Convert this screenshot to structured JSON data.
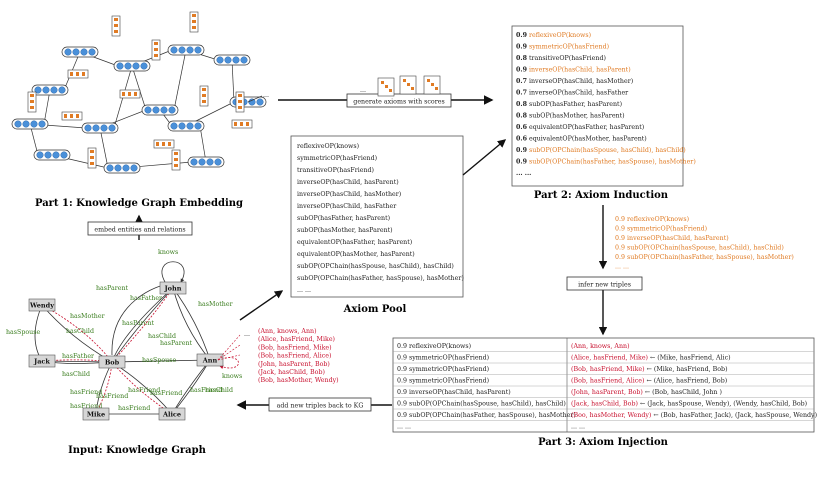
{
  "labels": {
    "part1": "Part 1: Knowledge Graph Embedding",
    "part2": "Part 2: Axiom Induction",
    "part3": "Part 3: Axiom Injection",
    "pool": "Axiom Pool",
    "input": "Input: Knowledge Graph",
    "embed": "embed entities and relations",
    "generate": "generate axioms with scores",
    "infer": "infer new triples",
    "addback": "add new triples back to KG",
    "ellipsis": "..."
  },
  "axiom_pool": [
    "reflexiveOP(knows)",
    "symmetricOP(hasFriend)",
    "transitiveOP(hasFriend)",
    "inverseOP(hasChild, hasParent)",
    "inverseOP(hasChild, hasMother)",
    "inverseOP(hasChild, hasFather",
    "subOP(hasFather, hasParent)",
    "subOP(hasMother, hasParent)",
    "equivalentOP(hasFather, hasParent)",
    "equivalentOP(hasMother, hasParent)",
    "subOP(OPChain(hasSpouse, hasChild), hasChild)",
    "subOP(OPChain(hasFather, hasSpouse), hasMother)",
    "... ..."
  ],
  "induction": [
    {
      "score": "0.9",
      "axiom": "reflexiveOP(knows)",
      "accepted": true
    },
    {
      "score": "0.9",
      "axiom": "symmetricOP(hasFriend)",
      "accepted": true
    },
    {
      "score": "0.8",
      "axiom": "transitiveOP(hasFriend)",
      "accepted": false
    },
    {
      "score": "0.9",
      "axiom": "inverseOP(hasChild, hasParent)",
      "accepted": true
    },
    {
      "score": "0.7",
      "axiom": "inverseOP(hasChild, hasMother)",
      "accepted": false
    },
    {
      "score": "0.7",
      "axiom": "inverseOP(hasChild, hasFather",
      "accepted": false
    },
    {
      "score": "0.8",
      "axiom": "subOP(hasFather, hasParent)",
      "accepted": false
    },
    {
      "score": "0.8",
      "axiom": "subOP(hasMother, hasParent)",
      "accepted": false
    },
    {
      "score": "0.6",
      "axiom": "equivalentOP(hasFather, hasParent)",
      "accepted": false
    },
    {
      "score": "0.6",
      "axiom": "equivalentOP(hasMother, hasParent)",
      "accepted": false
    },
    {
      "score": "0.9",
      "axiom": "subOP(OPChain(hasSpouse, hasChild), hasChild)",
      "accepted": true
    },
    {
      "score": "0.9",
      "axiom": "subOP(OPChain(hasFather, hasSpouse), hasMother)",
      "accepted": true
    },
    {
      "score": "... ...",
      "axiom": "",
      "accepted": false
    }
  ],
  "selected": [
    "0.9 reflexiveOP(knows)",
    "0.9 symmetricOP(hasFriend)",
    "0.9 inverseOP(hasChild, hasParent)",
    "0.9 subOP(OPChain(hasSpouse, hasChild), hasChild)",
    "0.9 subOP(OPChain(hasFather, hasSpouse), hasMother)",
    "... ..."
  ],
  "injection": [
    {
      "axiom": "0.9 reflexiveOP(knows)",
      "new": "(Ann, knows, Ann)",
      "from": ""
    },
    {
      "axiom": "0.9 symmetricOP(hasFriend)",
      "new": "(Alice, hasFriend, Mike)",
      "from": "← (Mike, hasFriend, Alic)"
    },
    {
      "axiom": "0.9 symmetricOP(hasFriend)",
      "new": "(Bob, hasFriend, Mike)",
      "from": "← (Mike, hasFriend, Bob)"
    },
    {
      "axiom": "0.9 symmetricOP(hasFriend)",
      "new": "(Bob, hasFriend, Alice)",
      "from": "← (Alice, hasFriend, Bob)"
    },
    {
      "axiom": "0.9 inverseOP(hasChild, hasParent)",
      "new": "(John, hasParent, Bob)",
      "from": "← (Bob, hasChild, John )"
    },
    {
      "axiom": "0.9 subOP(OPChain(hasSpouse, hasChild), hasChild)",
      "new": "(Jack, hasChild, Bob)",
      "from": "← (Jack, hasSpouse, Wendy), (Wendy, hasChild, Bob)"
    },
    {
      "axiom": "0.9 subOP(OPChain(hasFather, hasSpouse), hasMother)",
      "new": "(Boo, hasMother, Wendy)",
      "from": "← (Bob, hasFather, Jack), (Jack, hasSpouse, Wendy)"
    },
    {
      "axiom": "... ...",
      "new": "... ...",
      "from": ""
    }
  ],
  "new_triples": [
    "(Ann, knows, Ann)",
    "(Alice, hasFriend, Mike)",
    "(Bob, hasFriend, Mike)",
    "(Bob, hasFriend, Alice)",
    "(John, hasParent, Bob)",
    "(Jack, hasChild, Bob)",
    "(Bob, hasMother, Wendy)"
  ],
  "entities": [
    "Wendy",
    "Jack",
    "Bob",
    "John",
    "Ann",
    "Mike",
    "Alice"
  ],
  "relations": {
    "knows": "knows",
    "hasParent": "hasParent",
    "hasMother": "hasMother",
    "hasSpouse": "hasSpouse",
    "hasChild": "hasChild",
    "hasFather": "hasFather",
    "hasFriend": "hasFriend"
  },
  "colors": {
    "red": "#c8102e",
    "orange": "#e07b24",
    "green": "#3a7d1e",
    "node": "#4a90d9",
    "entity": "#d6d6d6"
  }
}
